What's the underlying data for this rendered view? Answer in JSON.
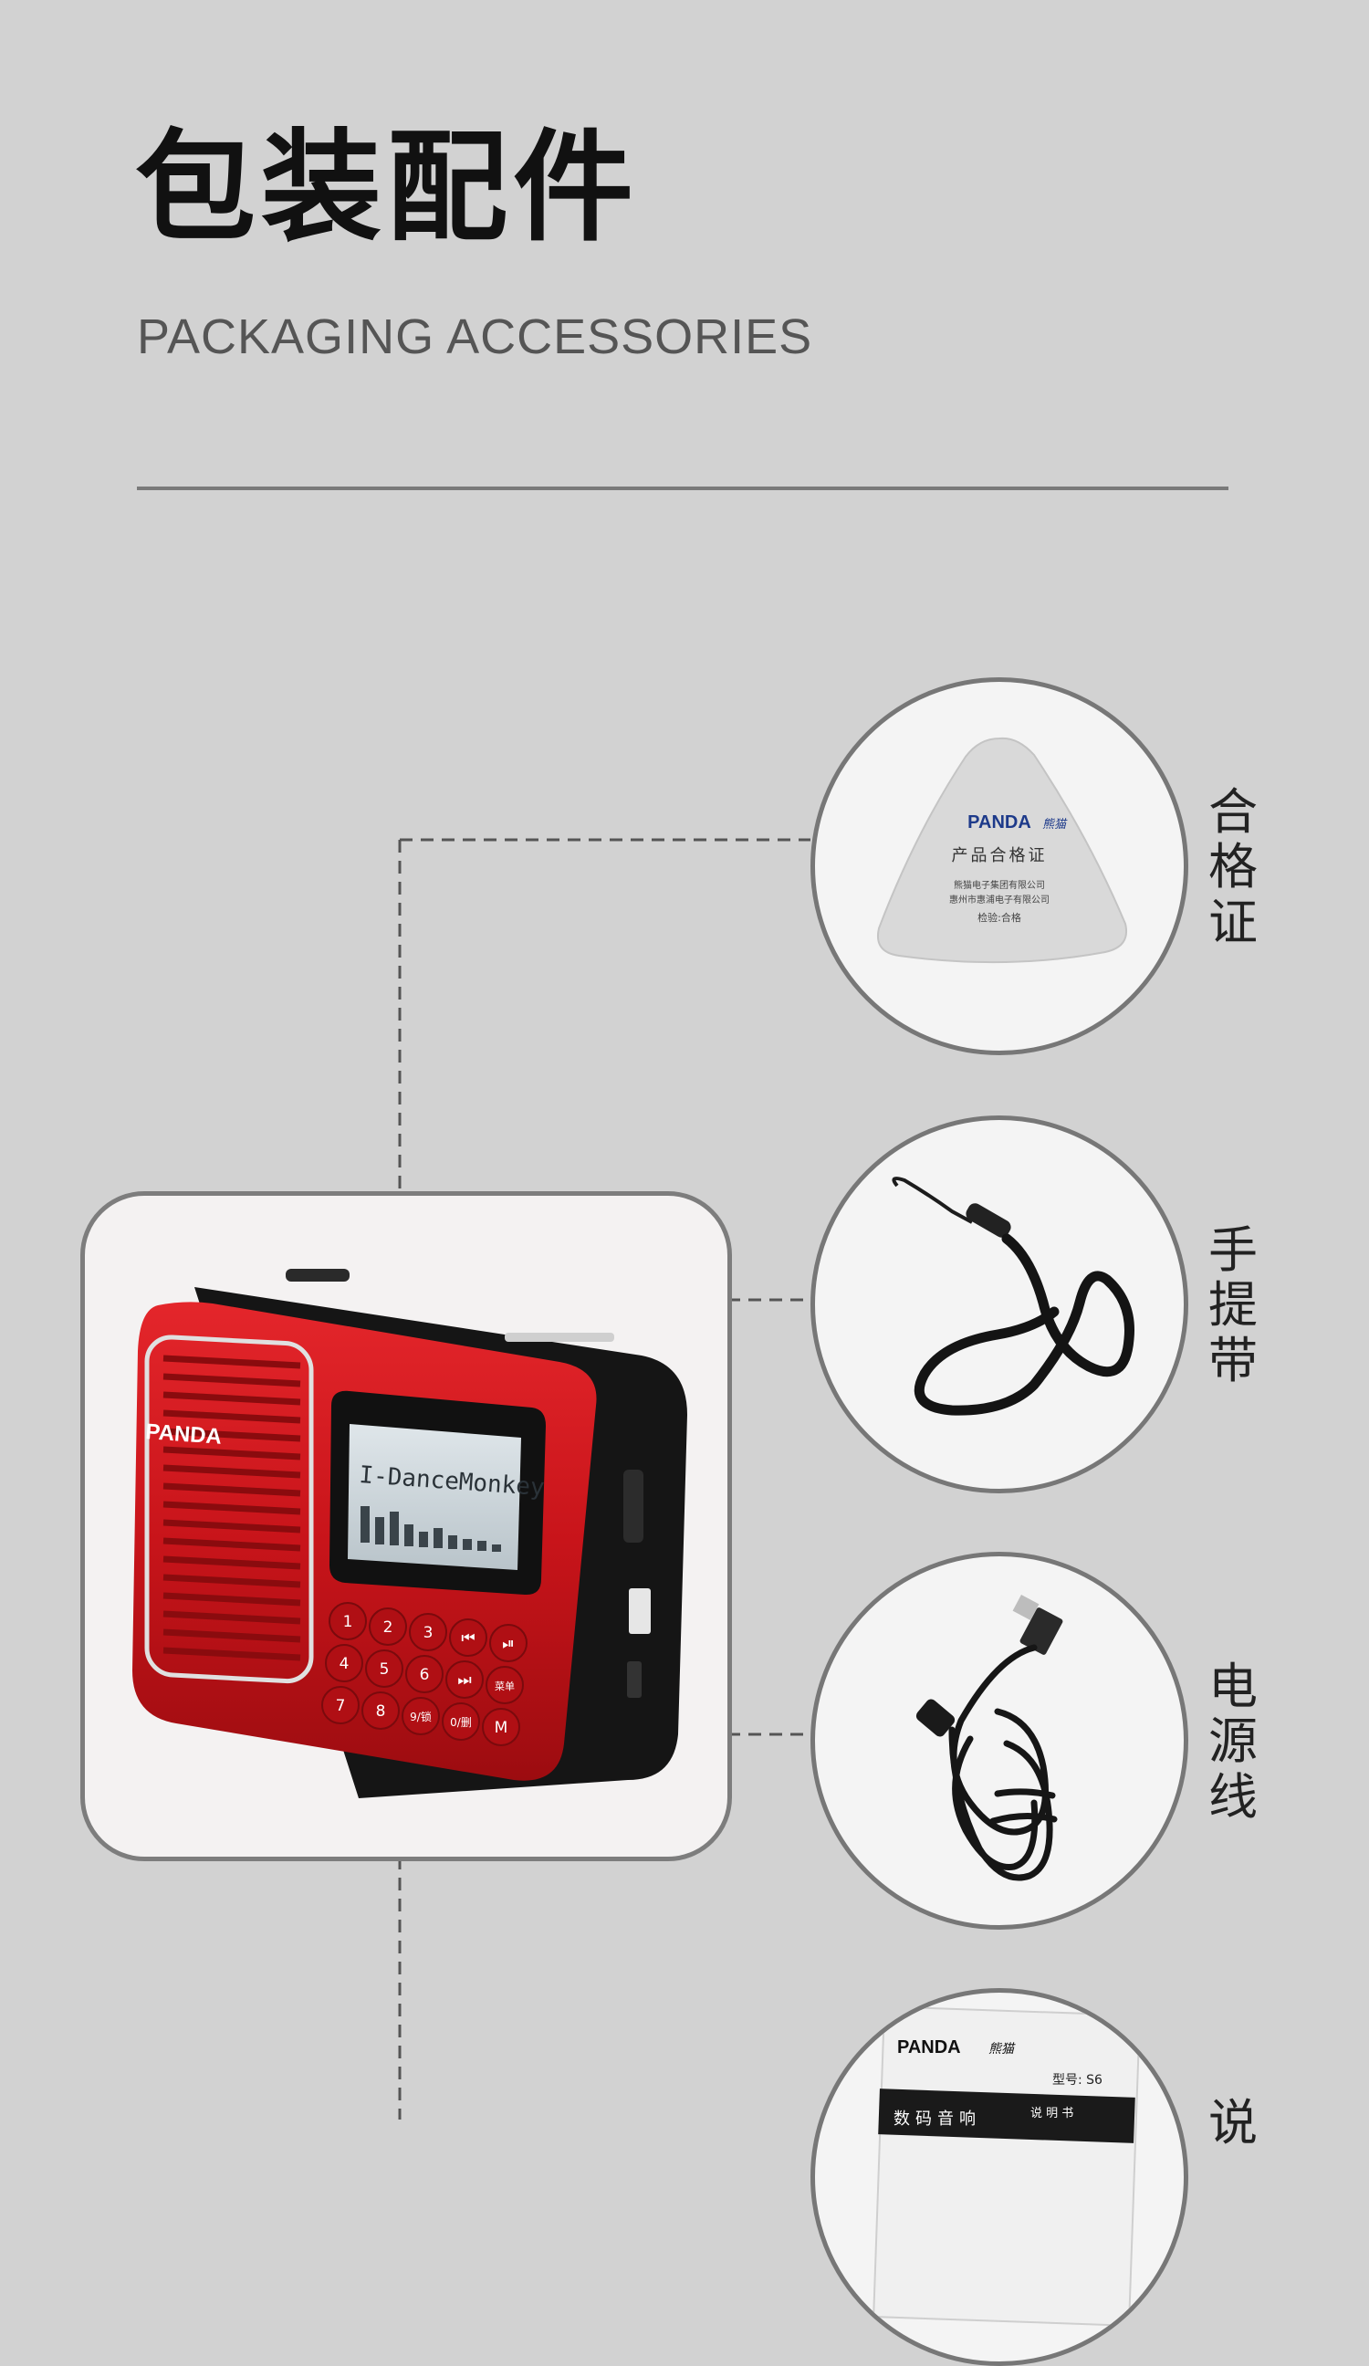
{
  "header": {
    "title_cn": "包装配件",
    "title_en": "PACKAGING ACCESSORIES"
  },
  "product": {
    "brand": "PANDA",
    "screen_text": "I-DanceMonkey",
    "keys": [
      "1",
      "2",
      "3",
      "⏮",
      "⏯",
      "4",
      "5",
      "6",
      "⏭",
      "菜单",
      "7",
      "8",
      "9/锁",
      "0/删",
      "M"
    ]
  },
  "accessories": [
    {
      "label": "合格证",
      "card_brand": "PANDA",
      "card_brand_cn": "熊猫",
      "card_title": "产品合格证",
      "card_line1": "熊猫电子集团有限公司",
      "card_line2": "惠州市惠浦电子有限公司",
      "card_line3": "检验:合格"
    },
    {
      "label": "手提带"
    },
    {
      "label": "电源线"
    },
    {
      "label": "说",
      "manual_brand": "PANDA",
      "manual_brand_cn": "熊猫",
      "manual_model": "型号: S6",
      "manual_title": "数码音响",
      "manual_sub": "说 明 书"
    }
  ],
  "colors": {
    "background": "#d2d2d2",
    "radio_red": "#c8141a",
    "outline": "#777777"
  }
}
